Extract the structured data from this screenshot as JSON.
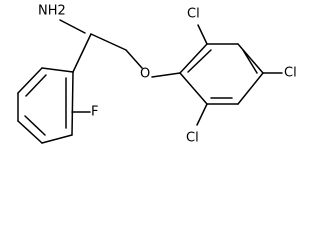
{
  "molecule": {
    "atoms": {
      "amine": "NH2",
      "ether_oxygen": "O",
      "fluorine": "F",
      "chlorine_top": "Cl",
      "chlorine_right": "Cl",
      "chlorine_bottom": "Cl"
    },
    "colors": {
      "bond": "#000000",
      "label": "#000000",
      "background": "#ffffff"
    }
  }
}
